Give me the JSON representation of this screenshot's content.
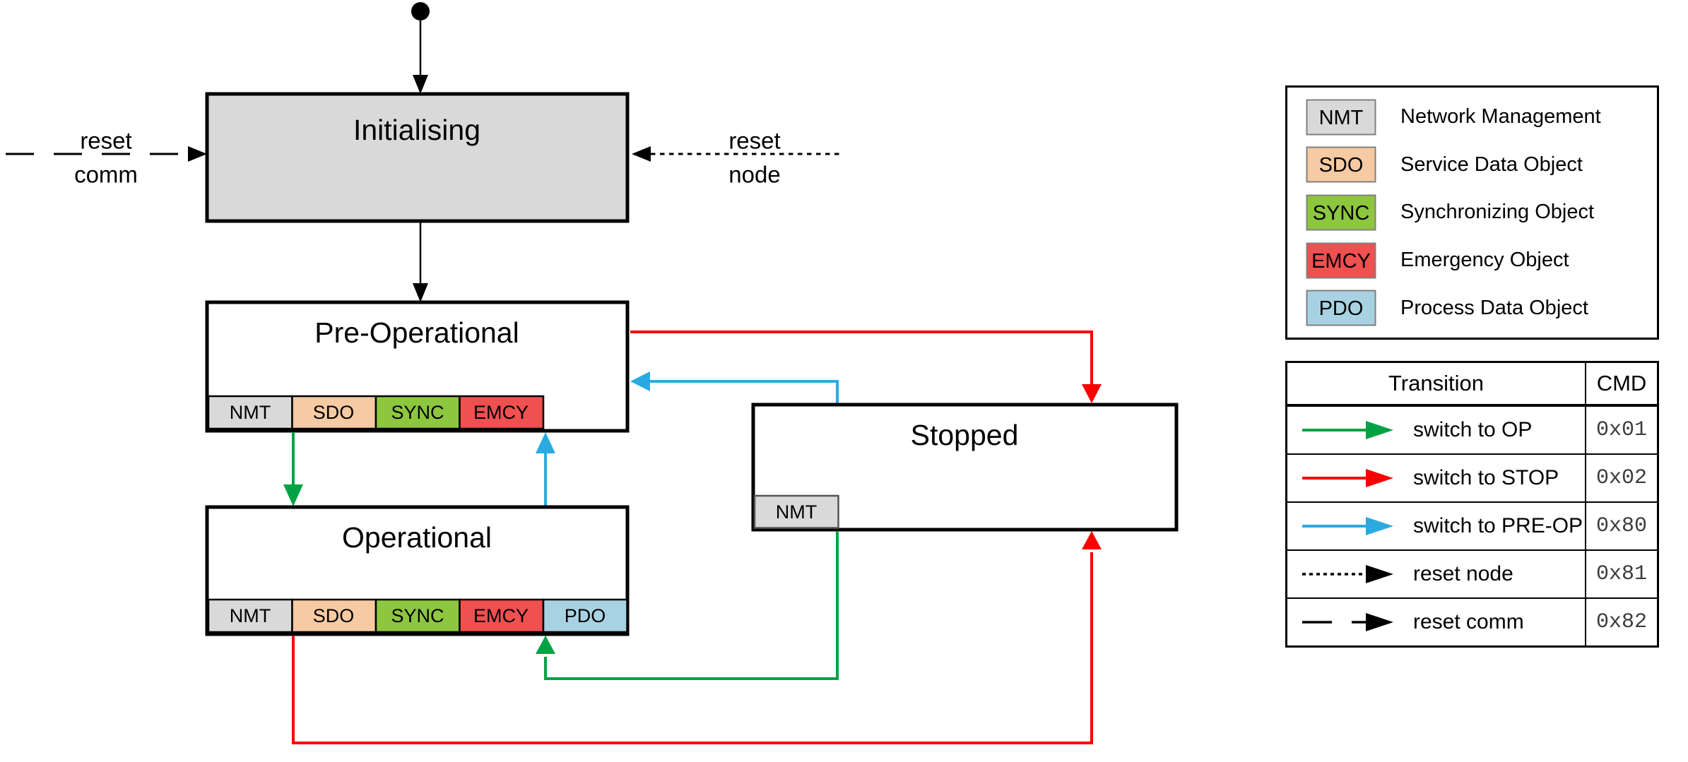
{
  "diagram": {
    "initial_marker": "initial-state",
    "states": {
      "initialising": {
        "title": "Initialising"
      },
      "pre_operational": {
        "title": "Pre-Operational",
        "badges": [
          "NMT",
          "SDO",
          "SYNC",
          "EMCY"
        ]
      },
      "operational": {
        "title": "Operational",
        "badges": [
          "NMT",
          "SDO",
          "SYNC",
          "EMCY",
          "PDO"
        ]
      },
      "stopped": {
        "title": "Stopped",
        "badges": [
          "NMT"
        ]
      }
    },
    "external_events": {
      "reset_comm": {
        "line1": "reset",
        "line2": "comm"
      },
      "reset_node": {
        "line1": "reset",
        "line2": "node"
      }
    }
  },
  "legend": {
    "items": [
      {
        "code": "NMT",
        "name": "Network Management",
        "color": "#d9d9d9"
      },
      {
        "code": "SDO",
        "name": "Service Data Object",
        "color": "#f6caa2"
      },
      {
        "code": "SYNC",
        "name": "Synchronizing Object",
        "color": "#8dc63f"
      },
      {
        "code": "EMCY",
        "name": "Emergency Object",
        "color": "#ef5050"
      },
      {
        "code": "PDO",
        "name": "Process Data Object",
        "color": "#a8d2e2"
      }
    ]
  },
  "transition_table": {
    "headers": {
      "transition": "Transition",
      "cmd": "CMD"
    },
    "rows": [
      {
        "label": "switch to OP",
        "cmd": "0x01",
        "color": "#00a344",
        "line_style": "solid"
      },
      {
        "label": "switch to STOP",
        "cmd": "0x02",
        "color": "#fb0000",
        "line_style": "solid"
      },
      {
        "label": "switch to PRE-OP",
        "cmd": "0x80",
        "color": "#29abe2",
        "line_style": "solid"
      },
      {
        "label": "reset node",
        "cmd": "0x81",
        "color": "#000000",
        "line_style": "dotted"
      },
      {
        "label": "reset comm",
        "cmd": "0x82",
        "color": "#000000",
        "line_style": "dashed"
      }
    ]
  },
  "colors": {
    "initialising_fill": "#d9d9d9",
    "state_fill": "#ffffff",
    "state_border": "#000000"
  }
}
